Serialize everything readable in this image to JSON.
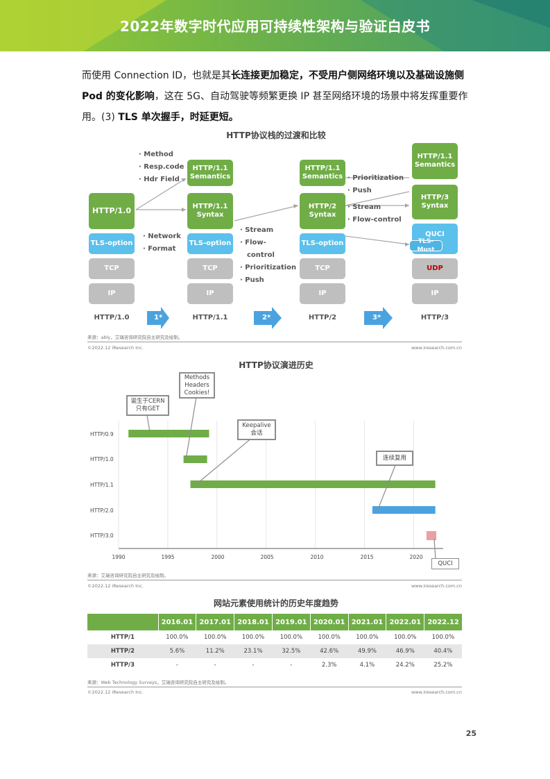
{
  "header": {
    "title": "2022年数字时代应用可持续性架构与验证白皮书"
  },
  "paragraph": {
    "p1": "而使用 Connection ID，也就是其",
    "b1": "长连接更加稳定，不受用户侧网络环境以及基础设施侧Pod 的变化影响",
    "p2": "，这在 5G、自动驾驶等频繁更换 IP 甚至网络环境的场景中将发挥重要作用。(3) ",
    "b2": "TLS 单次握手，时延更短。"
  },
  "fig1": {
    "title": "HTTP协议栈的过渡和比较",
    "col1": {
      "app": "HTTP/1.0",
      "tls": "TLS-option",
      "tcp": "TCP",
      "ip": "IP",
      "label": "HTTP/1.0"
    },
    "col2": {
      "sem": "HTTP/1.1 Semantics",
      "syn": "HTTP/1.1 Syntax",
      "tls": "TLS-option",
      "tcp": "TCP",
      "ip": "IP",
      "label": "HTTP/1.1"
    },
    "col3": {
      "sem": "HTTP/1.1 Semantics",
      "syn": "HTTP/2 Syntax",
      "tls": "TLS-option",
      "tcp": "TCP",
      "ip": "IP",
      "label": "HTTP/2"
    },
    "col4": {
      "sem": "HTTP/1.1 Semantics",
      "syn": "HTTP/3 Syntax",
      "quic": "QUCI",
      "tlsmust": "TLS-Must",
      "udp": "UDP",
      "ip": "IP",
      "label": "HTTP/3"
    },
    "bullets_a": [
      "Method",
      "Resp.code",
      "Hdr Field"
    ],
    "bullets_b": [
      "Network",
      "Format"
    ],
    "bullets_c": [
      "Stream",
      "Flow-",
      "control",
      "Prioritization",
      "Push"
    ],
    "bullets_d": [
      "Prioritization",
      "Push"
    ],
    "bullets_e": [
      "Stream",
      "Flow-control"
    ],
    "arrows": [
      "1*",
      "2*",
      "3*"
    ],
    "source": "来源：ably，艾瑞咨询研究院自主研究及绘制。",
    "copyright": "©2022.12 iResearch Inc.",
    "website": "www.iresearch.com.cn",
    "colors": {
      "green": "#70ad47",
      "blue": "#5bc0eb",
      "gray": "#bfbfbf",
      "arrow": "#4aa3df"
    }
  },
  "fig2": {
    "title": "HTTP协议演进历史",
    "chart_data": {
      "type": "bar",
      "orientation": "horizontal-timeline",
      "categories": [
        "HTTP/0.9",
        "HTTP/1.0",
        "HTTP/1.1",
        "HTTP/2.0",
        "HTTP/3.0"
      ],
      "ranges": [
        [
          1991,
          1999.2
        ],
        [
          1996.6,
          1999
        ],
        [
          1997.3,
          2022.2
        ],
        [
          2015.8,
          2022.2
        ],
        [
          2021.3,
          2022.3
        ]
      ],
      "colors": [
        "#70ad47",
        "#70ad47",
        "#70ad47",
        "#4aa3df",
        "#e8a0a4"
      ],
      "xlim": [
        1990,
        2023
      ],
      "xticks": [
        "1990",
        "1995",
        "2000",
        "2005",
        "2010",
        "2015",
        "2020"
      ],
      "annotations": [
        "诞生于CERN 只有GET",
        "Methods Headers Cookies!",
        "Keepalive 会话",
        "连续复用",
        "QUCI"
      ]
    },
    "source": "来源：艾瑞咨询研究院自主研究及绘制。",
    "copyright": "©2022.12 iResearch Inc.",
    "website": "www.iresearch.com.cn"
  },
  "fig3": {
    "title": "网站元素使用统计的历史年度趋势",
    "chart_data": {
      "type": "table",
      "headers": [
        "",
        "2016.01",
        "2017.01",
        "2018.01",
        "2019.01",
        "2020.01",
        "2021.01",
        "2022.01",
        "2022.12"
      ],
      "rows": [
        [
          "HTTP/1",
          "100.0%",
          "100.0%",
          "100.0%",
          "100.0%",
          "100.0%",
          "100.0%",
          "100.0%",
          "100.0%"
        ],
        [
          "HTTP/2",
          "5.6%",
          "11.2%",
          "23.1%",
          "32.5%",
          "42.6%",
          "49.9%",
          "46.9%",
          "40.4%"
        ],
        [
          "HTTP/3",
          "-",
          "-",
          "-",
          "-",
          "2.3%",
          "4.1%",
          "24.2%",
          "25.2%"
        ]
      ]
    },
    "source": "来源：Web Technology Surveys，艾瑞咨询研究院自主研究及绘制。",
    "copyright": "©2022.12 iResearch Inc.",
    "website": "www.iresearch.com.cn"
  },
  "page_number": "25"
}
